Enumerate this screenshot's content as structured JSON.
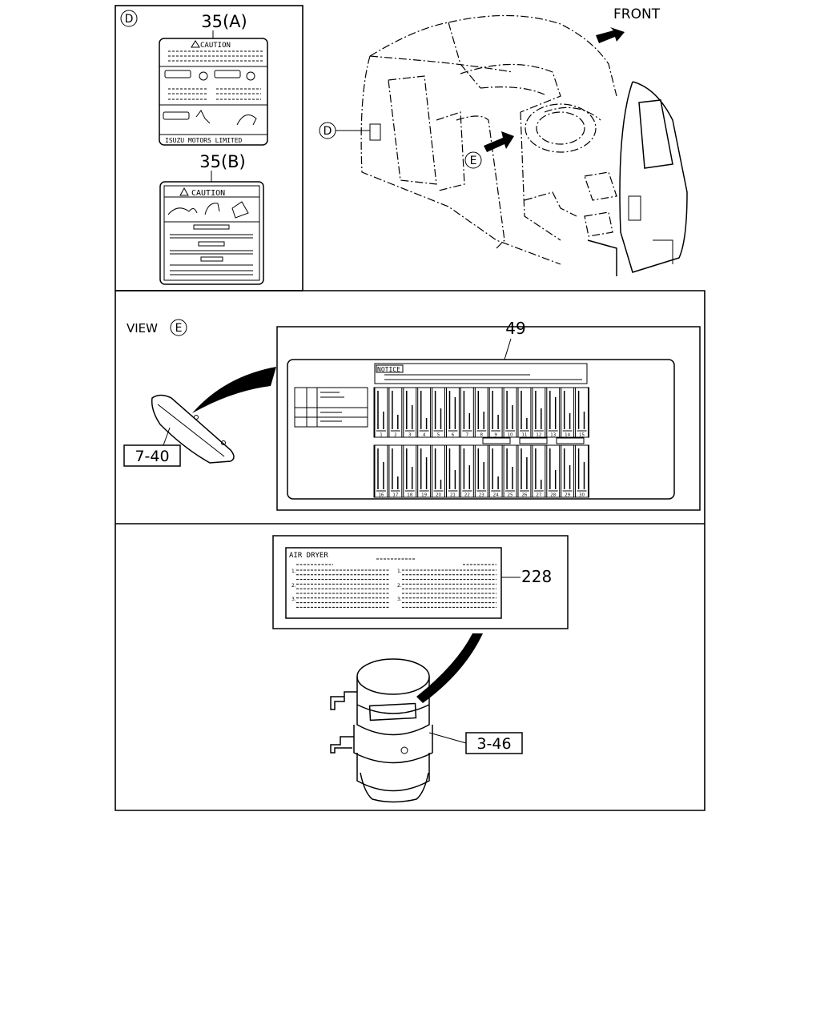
{
  "panel_d": {
    "view_letter": "D",
    "label_35a": "35(A)",
    "label_35b": "35(B)",
    "caution_a": "CAUTION",
    "caution_b": "CAUTION",
    "isuzu_text": "ISUZU MOTORS LIMITED"
  },
  "cab": {
    "front_label": "FRONT",
    "callout_d": "D",
    "callout_e": "E"
  },
  "view_e": {
    "title_prefix": "VIEW",
    "title_letter": "E",
    "part_49": "49",
    "notice": "NOTICE",
    "ref_7_40": "7-40",
    "fuse_numbers_top": [
      "1",
      "2",
      "3",
      "4",
      "5",
      "6",
      "7",
      "8",
      "9",
      "10",
      "11",
      "12",
      "13",
      "14",
      "15"
    ],
    "fuse_numbers_bottom": [
      "16",
      "17",
      "18",
      "19",
      "20",
      "21",
      "22",
      "23",
      "24",
      "25",
      "26",
      "27",
      "28",
      "29",
      "30"
    ]
  },
  "air_dryer": {
    "label_title": "AIR DRYER",
    "part_228": "228",
    "ref_3_46": "3-46",
    "left_items": [
      "1.",
      "2.",
      "3."
    ],
    "right_items": [
      "1.",
      "2.",
      "3."
    ]
  }
}
